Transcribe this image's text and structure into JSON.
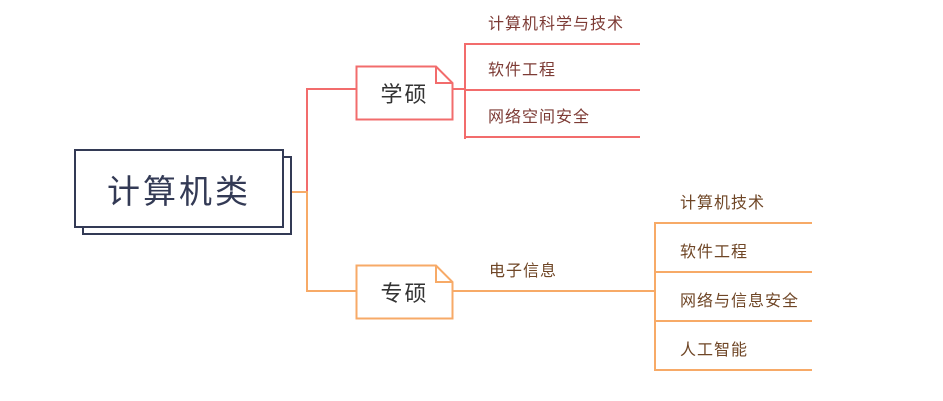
{
  "colors": {
    "background": "#ffffff",
    "root_ink": "#333a55",
    "node_text": "#333333",
    "branch1": "#f26c6c",
    "branch1_text": "#7d3b35",
    "branch2": "#f7aa67",
    "branch2_text": "#6f4626"
  },
  "root": {
    "label": "计算机类"
  },
  "branches": [
    {
      "label": "学硕",
      "color": "#f26c6c",
      "text_color": "#7d3b35",
      "children": [
        {
          "label": "计算机科学与技术"
        },
        {
          "label": "软件工程"
        },
        {
          "label": "网络空间安全"
        }
      ]
    },
    {
      "label": "专硕",
      "color": "#f7aa67",
      "text_color": "#6f4626",
      "children": [
        {
          "label": "电子信息",
          "children": [
            {
              "label": "计算机技术"
            },
            {
              "label": "软件工程"
            },
            {
              "label": "网络与信息安全"
            },
            {
              "label": "人工智能"
            }
          ]
        }
      ]
    }
  ]
}
